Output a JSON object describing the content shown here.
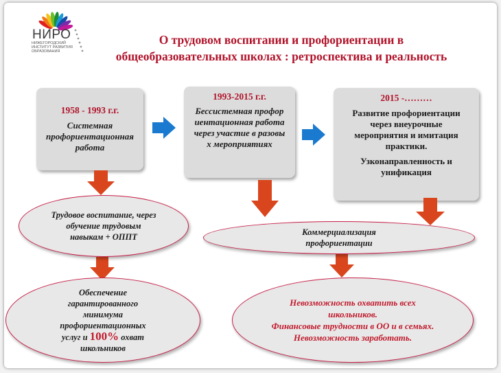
{
  "logo": {
    "word": "НИРО",
    "subtitle": "НИЖЕГОРОДСКИЙ ИНСТИТУТ РАЗВИТИЯ ОБРАЗОВАНИЯ",
    "petal_colors": [
      "#e02020",
      "#f07a1a",
      "#f3c21a",
      "#6cbf2a",
      "#1a8c3a",
      "#1a9ad6",
      "#1a4aa8",
      "#7a2aa8",
      "#c2189a"
    ]
  },
  "title": {
    "line1": "О трудовом воспитании и   профориентации в",
    "line2": "общеобразовательных  школах : ретроспектива и реальность"
  },
  "periods": [
    {
      "years": "1958 - 1993 г.г.",
      "text": "Системная профориентационная работа"
    },
    {
      "years": "1993-2015 г.г.",
      "text": "Бессистемная профориентационная работа через участие в разовых мероприятиях"
    },
    {
      "years": "2015 -………",
      "text": "Развитие профориентации через внеурочные мероприятия и имитация практики.",
      "text2": "Узконаправленность и унификация"
    }
  ],
  "outcomes": {
    "labor_education": "Трудовое воспитание, через обучение трудовым навыкам + ОППТ",
    "guarantee_part1": "Обеспечение гарантированного минимума профориентационных услуг и",
    "guarantee_pct": "100%",
    "guarantee_part2": "охват школьников",
    "commercialization": "Коммерциализация профориентации",
    "problems": [
      "Невозможность охватить всех школьников.",
      "Финансовые трудности в ОО и в семьях.",
      "Невозможность заработать."
    ]
  },
  "colors": {
    "title": "#b0132a",
    "box_fill": "#dcdcdc",
    "ellipse_border": "#c9204a",
    "down_arrow": "#d9461e",
    "right_arrow": "#1a7ad0"
  }
}
